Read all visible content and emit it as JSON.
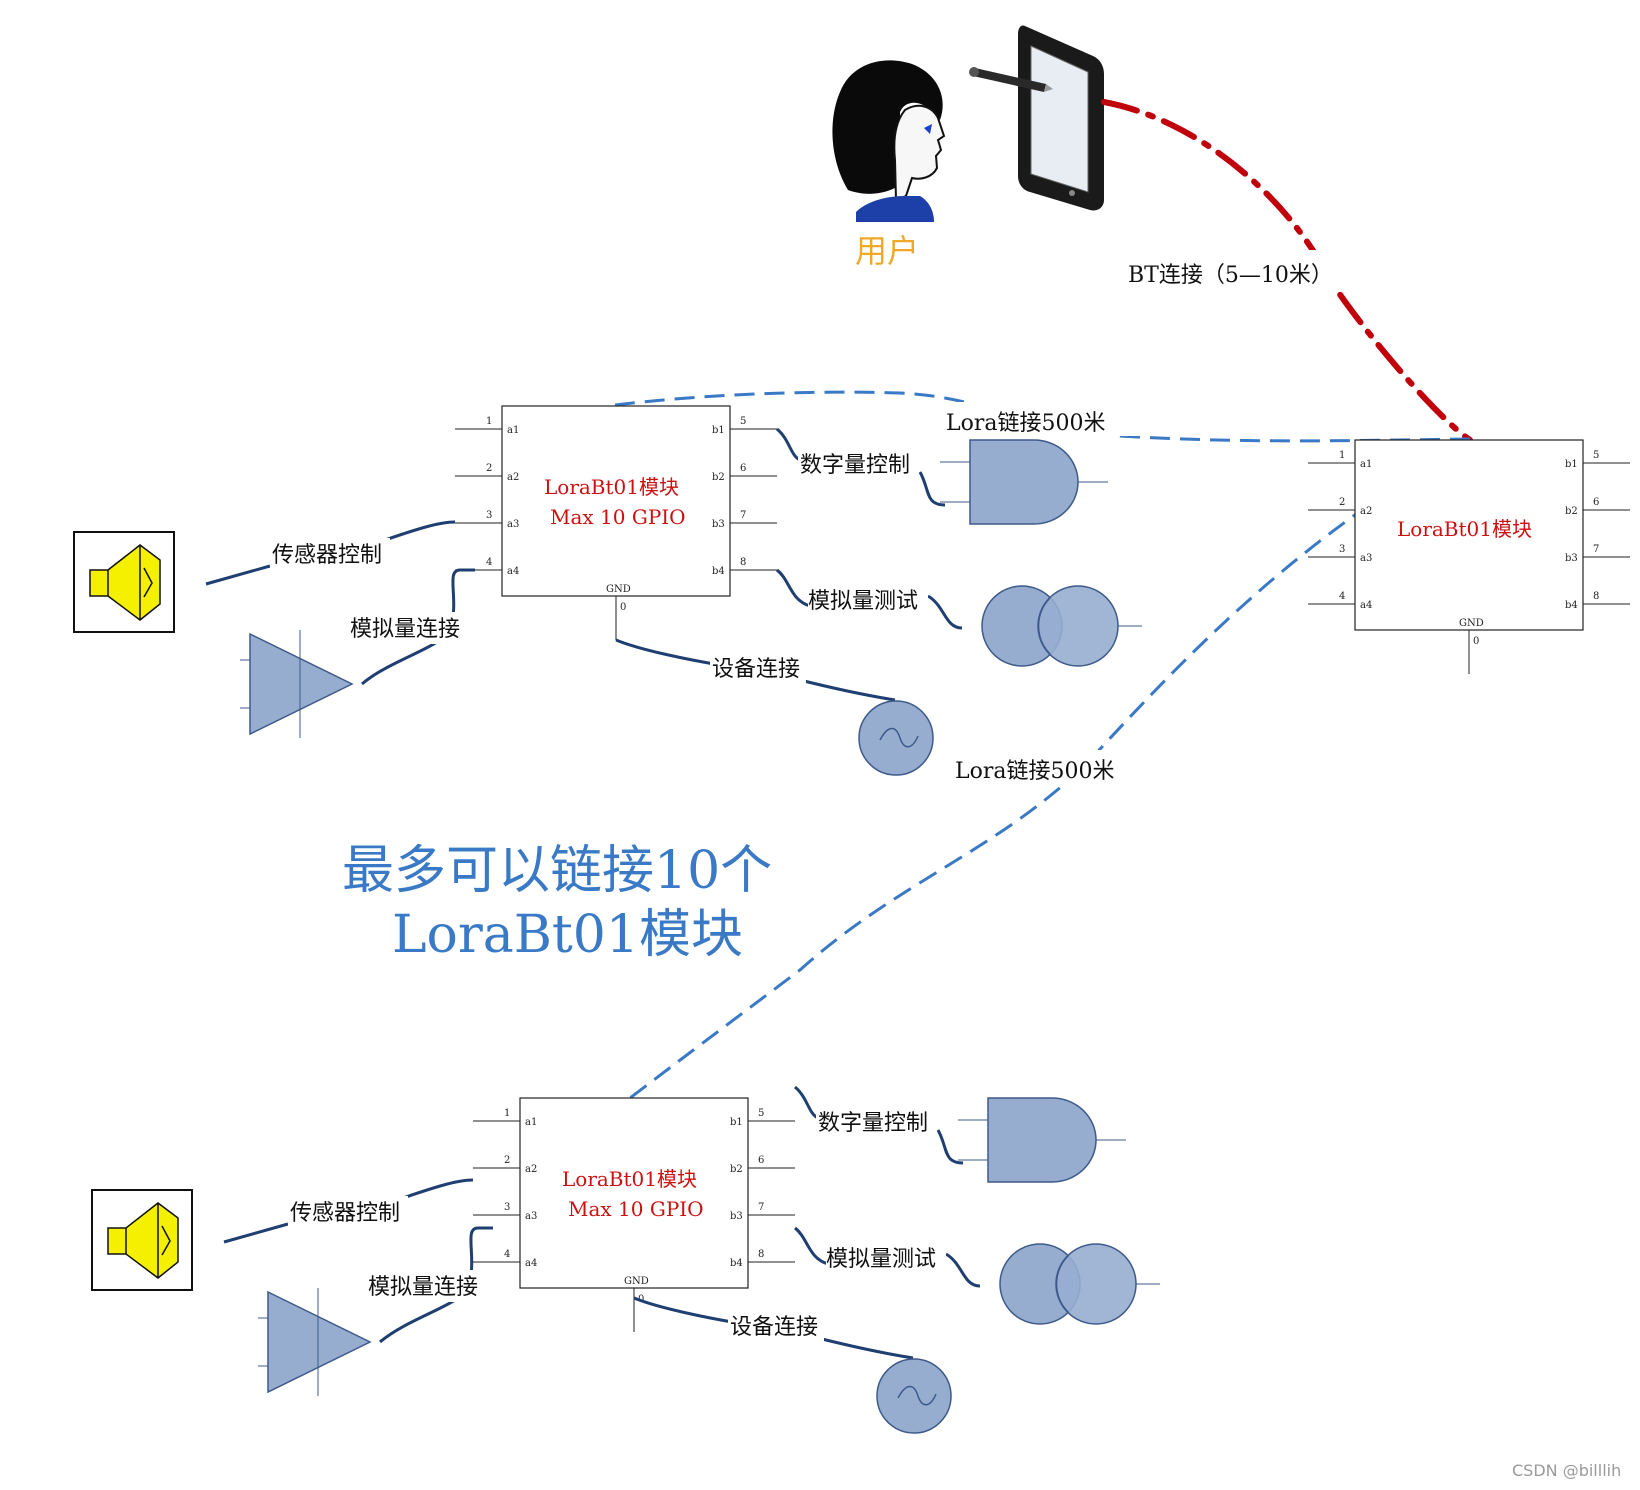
{
  "colors": {
    "bt_link": "#c0000b",
    "lora_link": "#3a79c5",
    "module_text": "#cc1111",
    "user_text": "#f0a82a",
    "component_fill": "#97add0",
    "wire": "#1f3f73",
    "speaker_fill": "#f5f000"
  },
  "user": {
    "label": "用户",
    "icons": [
      "person-icon",
      "tablet-icon"
    ]
  },
  "links": {
    "bt": "BT连接（5—10米）",
    "lora_top": "Lora链接500米",
    "lora_mid": "Lora链接500米"
  },
  "note": {
    "line1": "最多可以链接10个",
    "line2": "LoraBt01模块"
  },
  "module_pins": {
    "left_nums": [
      "1",
      "2",
      "3",
      "4"
    ],
    "left_names": [
      "a1",
      "a2",
      "a3",
      "a4"
    ],
    "right_nums": [
      "5",
      "6",
      "7",
      "8"
    ],
    "right_names": [
      "b1",
      "b2",
      "b3",
      "b4"
    ],
    "gnd": "GND",
    "gnd_num": "0"
  },
  "module_top": {
    "title": "LoraBt01模块",
    "subtitle": "Max 10 GPIO",
    "labels": {
      "sensor": "传感器控制",
      "analog_conn": "模拟量连接",
      "digital": "数字量控制",
      "analog_test": "模拟量测试",
      "device": "设备连接"
    }
  },
  "module_right": {
    "title": "LoraBt01模块"
  },
  "module_bottom": {
    "title": "LoraBt01模块",
    "subtitle": "Max 10 GPIO",
    "labels": {
      "sensor": "传感器控制",
      "analog_conn": "模拟量连接",
      "digital": "数字量控制",
      "analog_test": "模拟量测试",
      "device": "设备连接"
    }
  },
  "watermark": "CSDN @billlih"
}
